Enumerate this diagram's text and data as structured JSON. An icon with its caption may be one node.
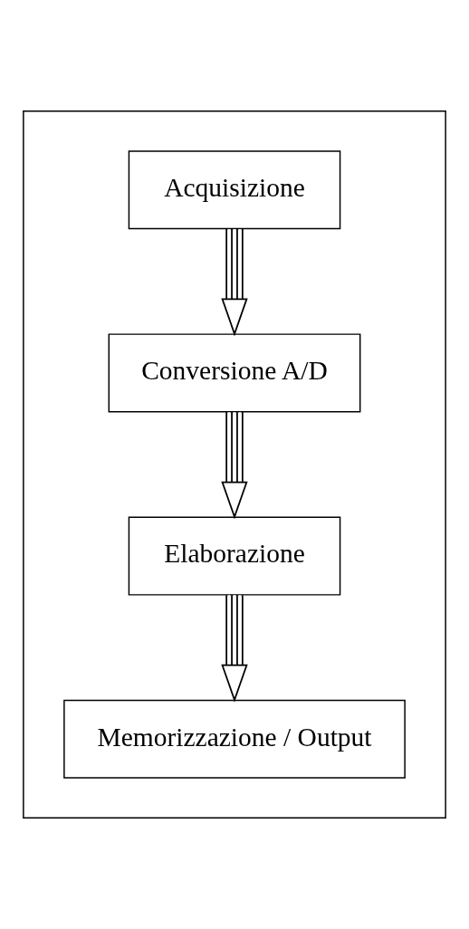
{
  "diagram": {
    "nodes": [
      {
        "text": [],
        "shape": "box"
      },
      {
        "text": [
          "Acquisizione"
        ],
        "in": 0
      },
      {
        "text": [
          "Conversione A/D"
        ],
        "in": 0
      },
      {
        "text": [
          "Elaborazione"
        ],
        "in": 0
      },
      {
        "text": [
          "Memorizzazione / Output"
        ],
        "in": 0
      }
    ],
    "edges": [
      {
        "from": 1,
        "to": 2,
        "arrow": "to"
      },
      {
        "from": 2,
        "to": 3,
        "arrow": "to"
      },
      {
        "from": 3,
        "to": 4,
        "arrow": "to"
      }
    ]
  }
}
